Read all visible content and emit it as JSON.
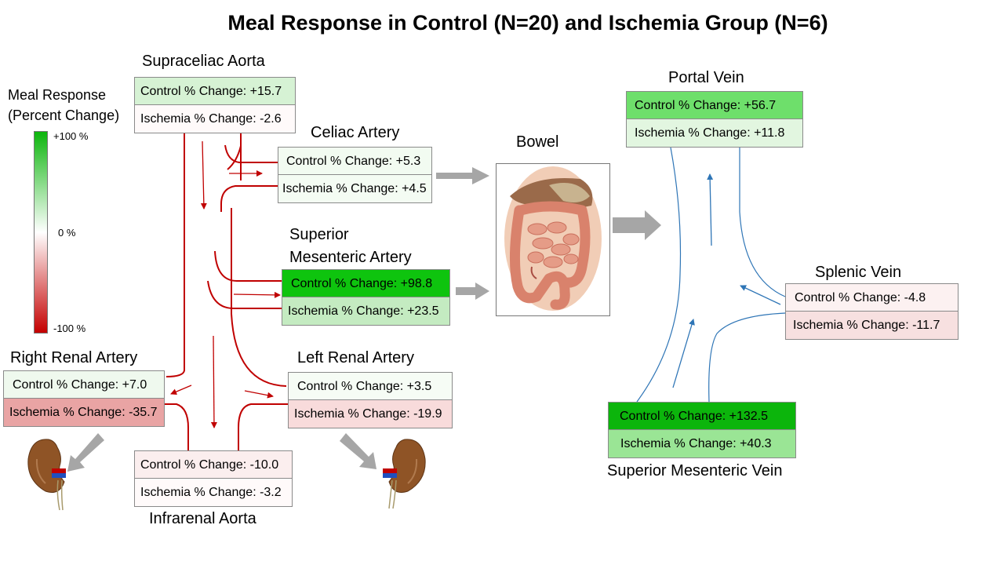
{
  "title": "Meal Response in Control (N=20) and Ischemia Group (N=6)",
  "legend": {
    "title_line1": "Meal Response",
    "title_line2": "(Percent Change)",
    "top_label": "+100 %",
    "mid_label": "0 %",
    "bottom_label": "-100 %",
    "color_positive": "#0cb50c",
    "color_zero": "#ffffff",
    "color_negative": "#c40000"
  },
  "vessels": {
    "supraceliac": {
      "name": "Supraceliac Aorta",
      "control": "Control % Change: +15.7",
      "ischemia": "Ischemia % Change: -2.6",
      "control_color": "#d6f2d4",
      "ischemia_color": "#fffafa"
    },
    "celiac": {
      "name": "Celiac Artery",
      "control": "Control % Change: +5.3",
      "ischemia": "Ischemia % Change: +4.5",
      "control_color": "#f2fbf1",
      "ischemia_color": "#f4fcf3"
    },
    "sma": {
      "name_line1": "Superior",
      "name_line2": "Mesenteric Artery",
      "control": "Control % Change: +98.8",
      "ischemia": "Ischemia % Change: +23.5",
      "control_color": "#0ec40e",
      "ischemia_color": "#c4ebc1"
    },
    "right_renal": {
      "name": "Right Renal Artery",
      "control": "Control % Change: +7.0",
      "ischemia": "Ischemia % Change: -35.7",
      "control_color": "#eff9ee",
      "ischemia_color": "#e9a4a4"
    },
    "left_renal": {
      "name": "Left Renal Artery",
      "control": "Control % Change: +3.5",
      "ischemia": "Ischemia % Change: -19.9",
      "control_color": "#f6fcf5",
      "ischemia_color": "#f8dbdb"
    },
    "infrarenal": {
      "name": "Infrarenal Aorta",
      "control": "Control % Change: -10.0",
      "ischemia": "Ischemia % Change: -3.2",
      "control_color": "#fbeeee",
      "ischemia_color": "#fffafa"
    },
    "portal": {
      "name": "Portal Vein",
      "control": "Control % Change: +56.7",
      "ischemia": "Ischemia % Change: +11.8",
      "control_color": "#6edf6b",
      "ischemia_color": "#e2f6e0"
    },
    "splenic": {
      "name": "Splenic Vein",
      "control": "Control % Change: -4.8",
      "ischemia": "Ischemia % Change: -11.7",
      "control_color": "#fcf1f1",
      "ischemia_color": "#f7e0e0"
    },
    "smv": {
      "name": "Superior Mesenteric Vein",
      "control": "Control % Change: +132.5",
      "ischemia": "Ischemia % Change: +40.3",
      "control_color": "#0cb50c",
      "ischemia_color": "#9ae595"
    }
  },
  "bowel_label": "Bowel",
  "colors": {
    "artery": "#c00000",
    "vein": "#2e75b6",
    "arrow_gray": "#a6a6a6"
  }
}
